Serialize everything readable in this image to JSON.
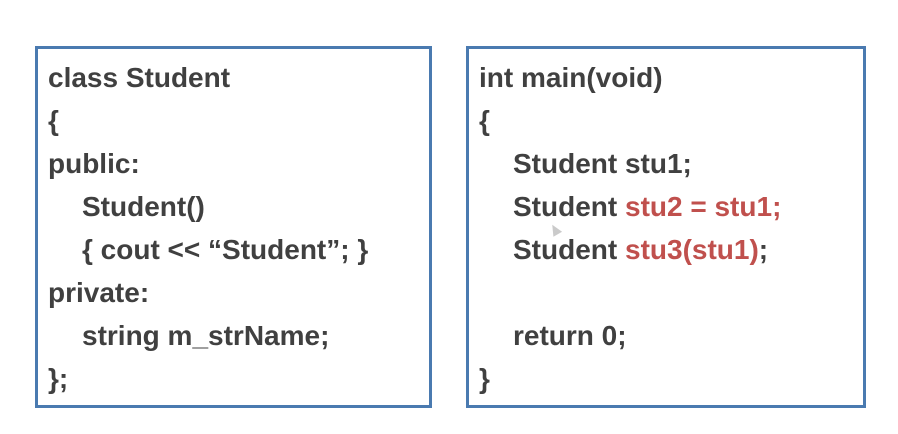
{
  "left_panel": {
    "lines": [
      "class Student",
      "{",
      "public:",
      "Student()",
      "{ cout << “Student”; }",
      "private:",
      "string m_strName;",
      "};"
    ]
  },
  "right_panel": {
    "line1": "int main(void)",
    "line2": "{",
    "line3": "Student stu1;",
    "line4_prefix": "Student ",
    "line4_highlight": "stu2 = stu1",
    "line4_suffix": ";",
    "line5_prefix": "Student ",
    "line5_highlight": "stu3(stu1)",
    "line5_suffix": ";",
    "line6": "return 0;",
    "line7": "}"
  },
  "colors": {
    "code_text": "#404040",
    "highlight": "#c0504d",
    "box_border": "#4a7ab0"
  },
  "icons": {
    "mouse_cursor": "mouse-pointer-icon"
  }
}
